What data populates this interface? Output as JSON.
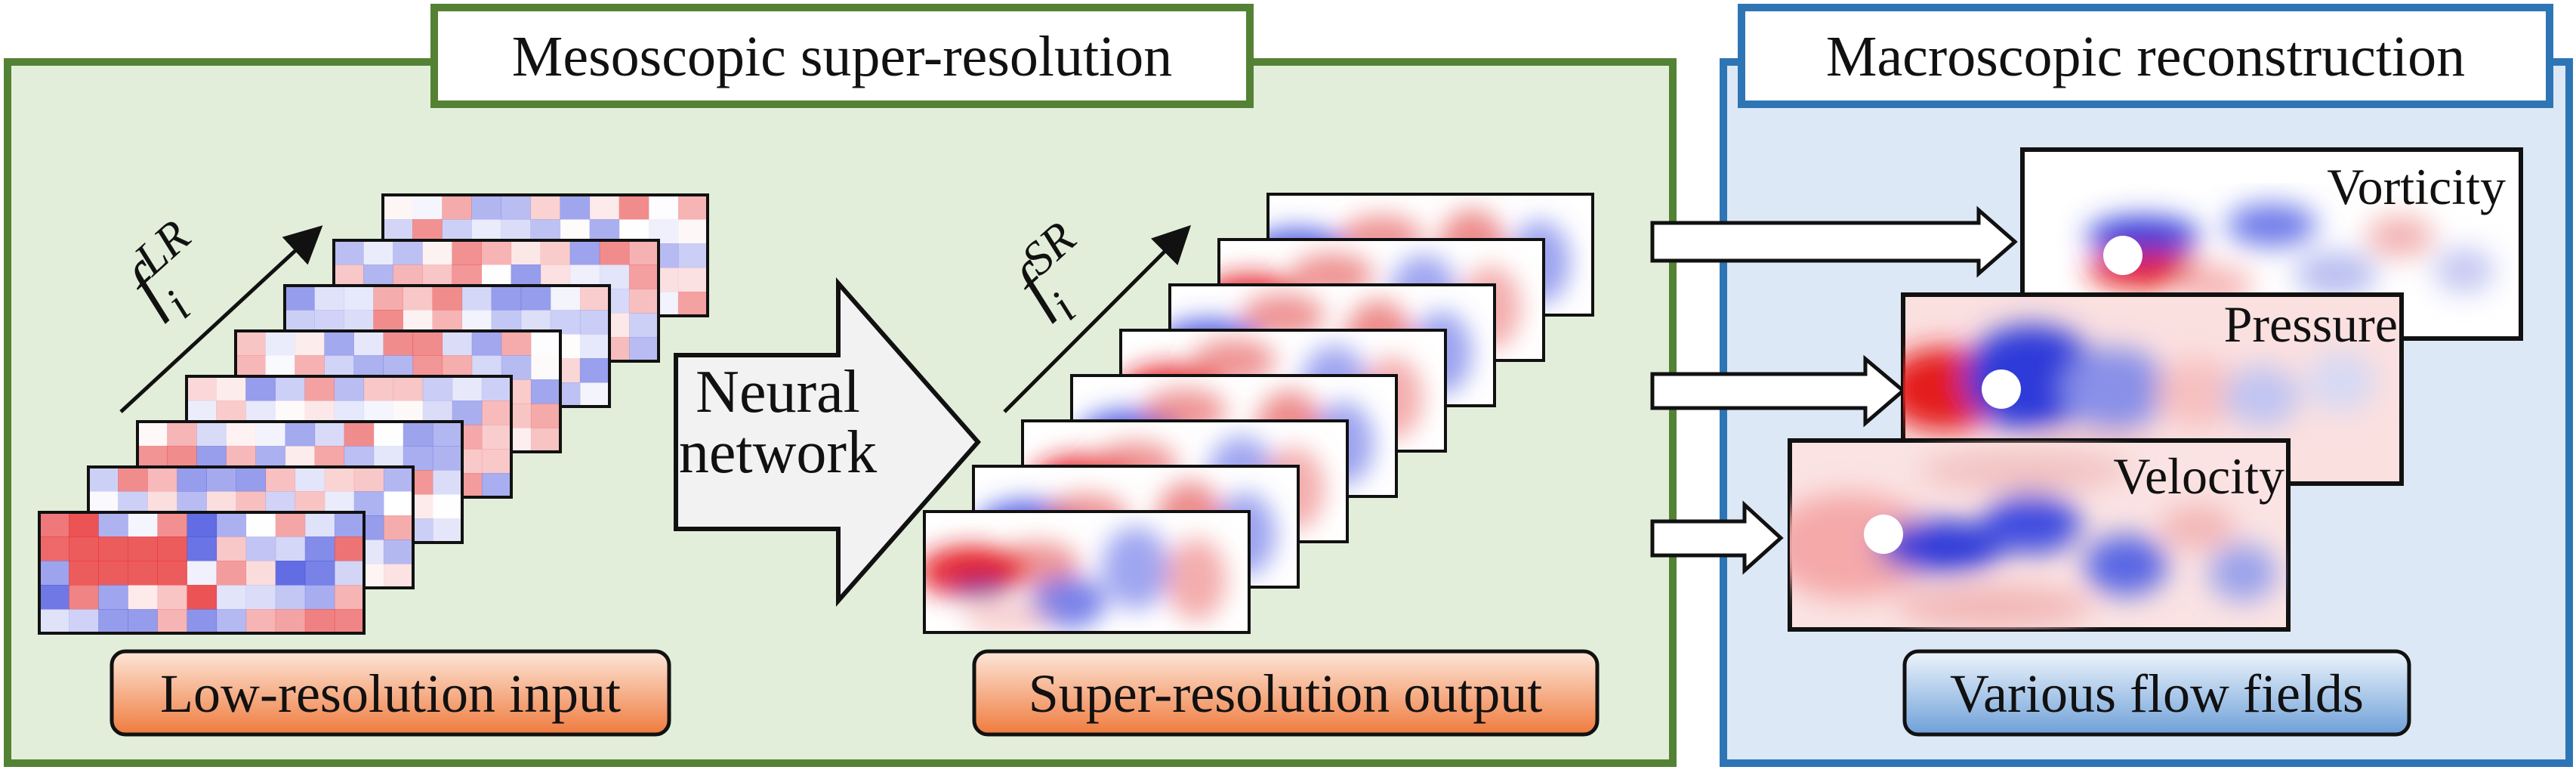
{
  "panels": {
    "meso": {
      "title": "Mesoscopic super-resolution",
      "bg": "#e2eed9",
      "border": "#548235"
    },
    "macro": {
      "title": "Macroscopic reconstruction",
      "bg": "#dce8f5",
      "border": "#2e75b6"
    }
  },
  "low_res": {
    "label": "Low-resolution input",
    "symbol": "f",
    "sub": "i",
    "sup": "LR",
    "frame_count": 8
  },
  "neural_net": {
    "line1": "Neural",
    "line2": "network"
  },
  "super_res": {
    "label": "Super-resolution output",
    "symbol": "f",
    "sub": "i",
    "sup": "SR",
    "frame_count": 8
  },
  "flow_fields": {
    "label": "Various flow fields",
    "fields": [
      "Vorticity",
      "Pressure",
      "Velocity"
    ]
  },
  "colors": {
    "positive": "#e41a1c",
    "negative": "#2e3bd9",
    "orange_label_top": "#fde6d8",
    "orange_label_bottom": "#ef7b3e",
    "blue_label_top": "#e8f1fb",
    "blue_label_bottom": "#6fa0d8"
  }
}
